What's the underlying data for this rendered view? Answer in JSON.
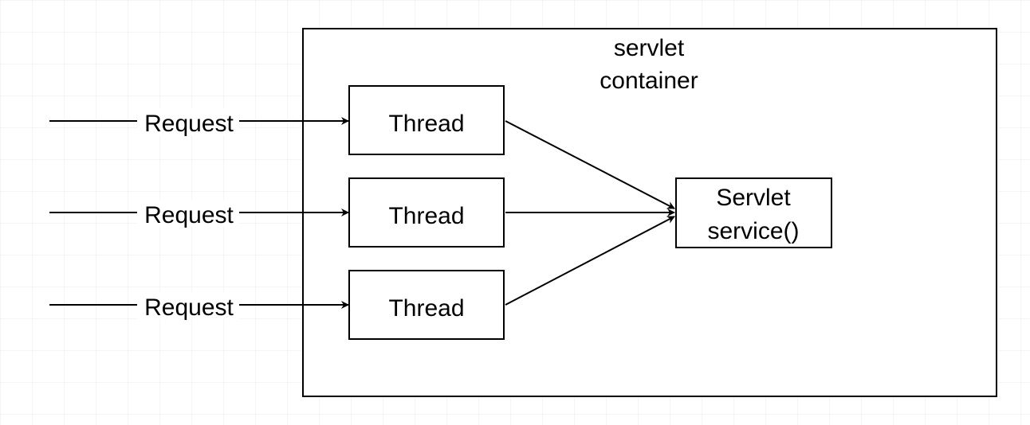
{
  "container": {
    "label_line1": "servlet",
    "label_line2": "container"
  },
  "requests": [
    {
      "label": "Request"
    },
    {
      "label": "Request"
    },
    {
      "label": "Request"
    }
  ],
  "threads": [
    {
      "label": "Thread"
    },
    {
      "label": "Thread"
    },
    {
      "label": "Thread"
    }
  ],
  "servlet": {
    "line1": "Servlet",
    "line2": "service()"
  },
  "colors": {
    "background": "#ffffff",
    "grid": "#ebebeb",
    "stroke": "#000000"
  }
}
